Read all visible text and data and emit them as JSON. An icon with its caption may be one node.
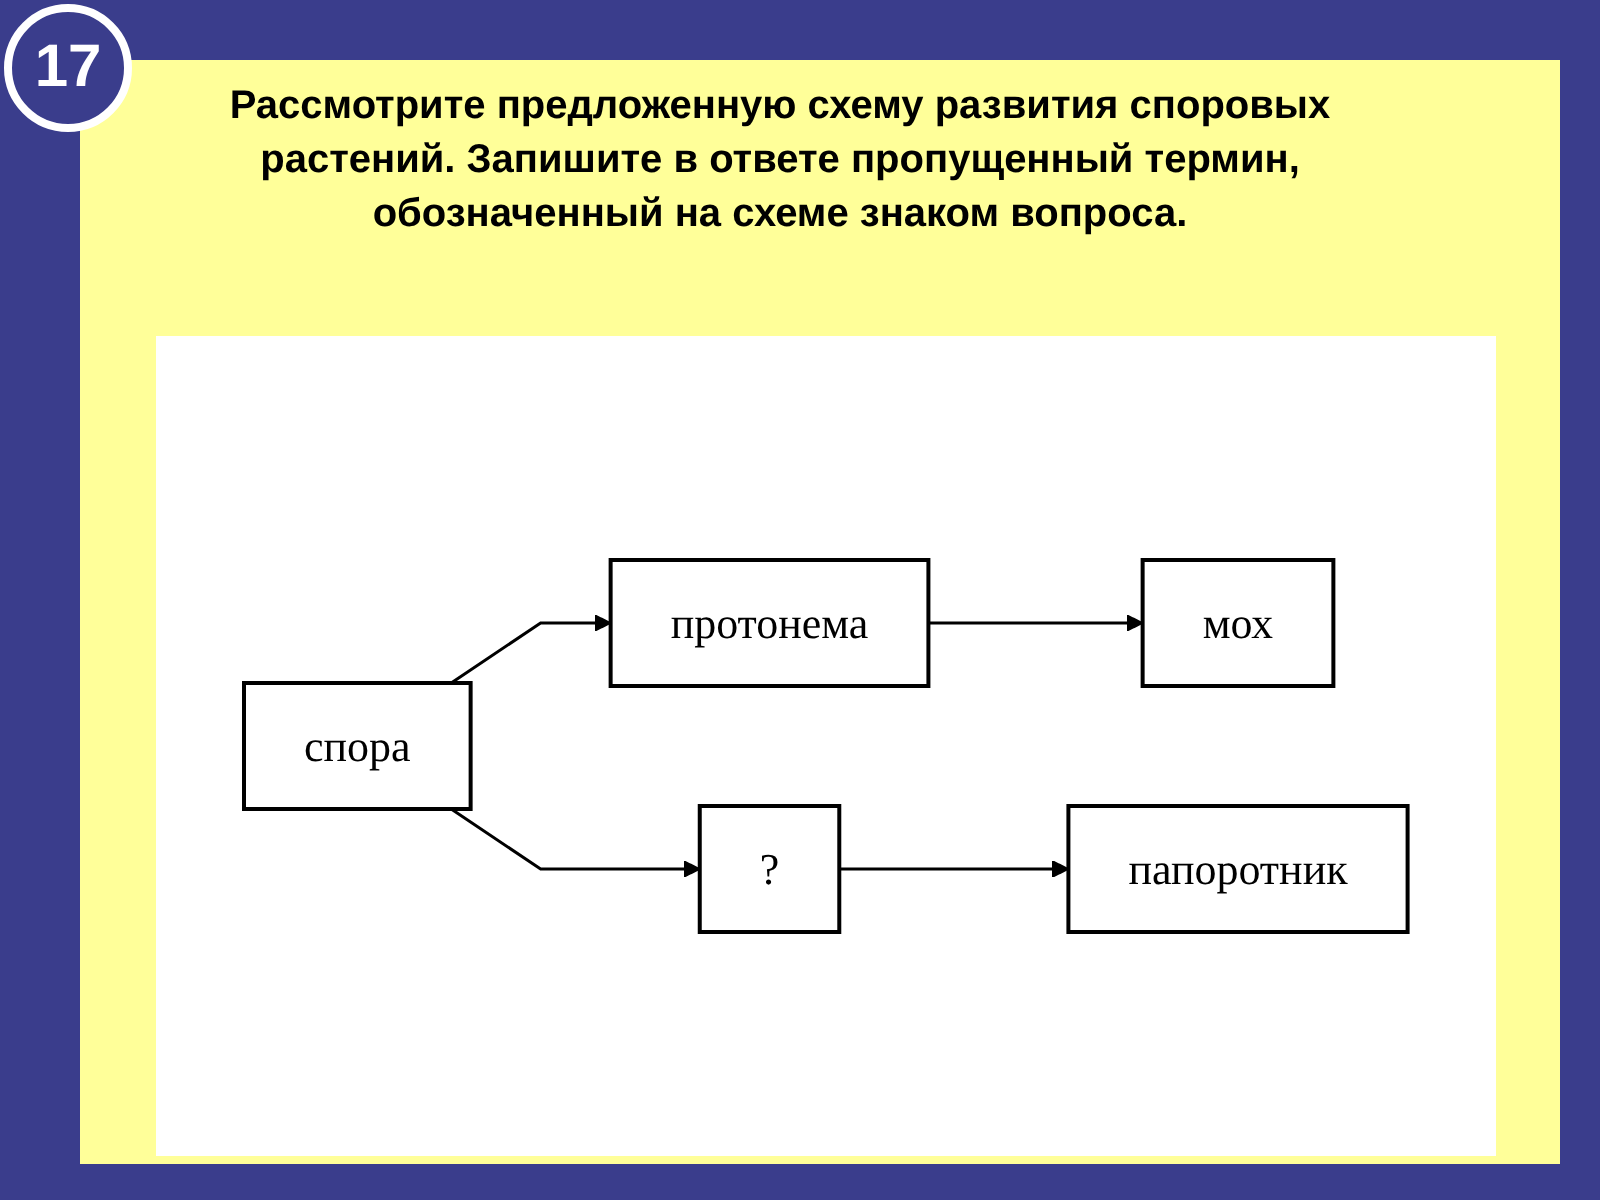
{
  "diagram": {
    "title": "Рассмотрите предложенную схему развития споровых растений. Запишите в ответе пропущенный термин, обозначенный на схеме знаком вопроса.",
    "nodes": [
      {
        "text": [
          "спора"
        ]
      },
      {
        "text": [
          "протонема"
        ]
      },
      {
        "text": [
          "?"
        ]
      },
      {
        "text": [
          "мох"
        ]
      },
      {
        "text": [
          "папоротник"
        ]
      }
    ],
    "edges": [
      {
        "from": 0,
        "to": 1,
        "arrow": "to"
      },
      {
        "from": 0,
        "to": 2,
        "arrow": "to"
      },
      {
        "from": 1,
        "to": 3,
        "arrow": "to"
      },
      {
        "from": 2,
        "to": 4,
        "arrow": "to"
      }
    ],
    "labels": [
      "17"
    ]
  }
}
